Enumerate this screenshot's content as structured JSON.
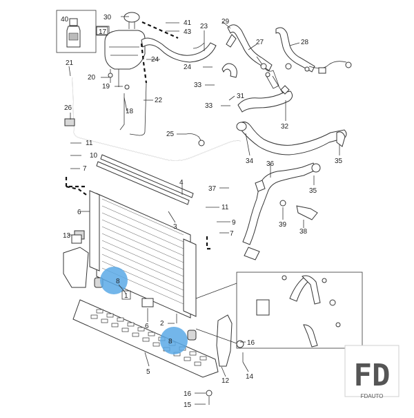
{
  "diagram": {
    "callouts": [
      {
        "id": "c40",
        "text": "40"
      },
      {
        "id": "c17",
        "text": "17"
      },
      {
        "id": "c30",
        "text": "30"
      },
      {
        "id": "c41",
        "text": "41"
      },
      {
        "id": "c43",
        "text": "43"
      },
      {
        "id": "c23",
        "text": "23"
      },
      {
        "id": "c29",
        "text": "29"
      },
      {
        "id": "c27",
        "text": "27"
      },
      {
        "id": "c28",
        "text": "28"
      },
      {
        "id": "c21",
        "text": "21"
      },
      {
        "id": "c24a",
        "text": "24"
      },
      {
        "id": "c24b",
        "text": "24"
      },
      {
        "id": "c20",
        "text": "20"
      },
      {
        "id": "c19",
        "text": "19"
      },
      {
        "id": "c33a",
        "text": "33"
      },
      {
        "id": "c31",
        "text": "31"
      },
      {
        "id": "c33b",
        "text": "33"
      },
      {
        "id": "c26",
        "text": "26"
      },
      {
        "id": "c22",
        "text": "22"
      },
      {
        "id": "c18",
        "text": "18"
      },
      {
        "id": "c32",
        "text": "32"
      },
      {
        "id": "c25",
        "text": "25"
      },
      {
        "id": "c11a",
        "text": "11"
      },
      {
        "id": "c10",
        "text": "10"
      },
      {
        "id": "c7a",
        "text": "7"
      },
      {
        "id": "c34",
        "text": "34"
      },
      {
        "id": "c36",
        "text": "36"
      },
      {
        "id": "c35a",
        "text": "35"
      },
      {
        "id": "c35b",
        "text": "35"
      },
      {
        "id": "c4",
        "text": "4"
      },
      {
        "id": "c37",
        "text": "37"
      },
      {
        "id": "c11b",
        "text": "11"
      },
      {
        "id": "c6a",
        "text": "6"
      },
      {
        "id": "c9",
        "text": "9"
      },
      {
        "id": "c3",
        "text": "3"
      },
      {
        "id": "c39",
        "text": "39"
      },
      {
        "id": "c38",
        "text": "38"
      },
      {
        "id": "c13",
        "text": "13"
      },
      {
        "id": "c7b",
        "text": "7"
      },
      {
        "id": "c8a",
        "text": "8"
      },
      {
        "id": "c1",
        "text": "1"
      },
      {
        "id": "c6b",
        "text": "6"
      },
      {
        "id": "c2",
        "text": "2"
      },
      {
        "id": "c8b",
        "text": "8"
      },
      {
        "id": "c5",
        "text": "5"
      },
      {
        "id": "c16a",
        "text": "16"
      },
      {
        "id": "c14",
        "text": "14"
      },
      {
        "id": "c12",
        "text": "12"
      },
      {
        "id": "c16b",
        "text": "16"
      },
      {
        "id": "c15",
        "text": "15"
      }
    ],
    "highlight_color": "#5aa9e6"
  },
  "watermark": {
    "logo": "FD",
    "caption": "FDAUTO"
  }
}
